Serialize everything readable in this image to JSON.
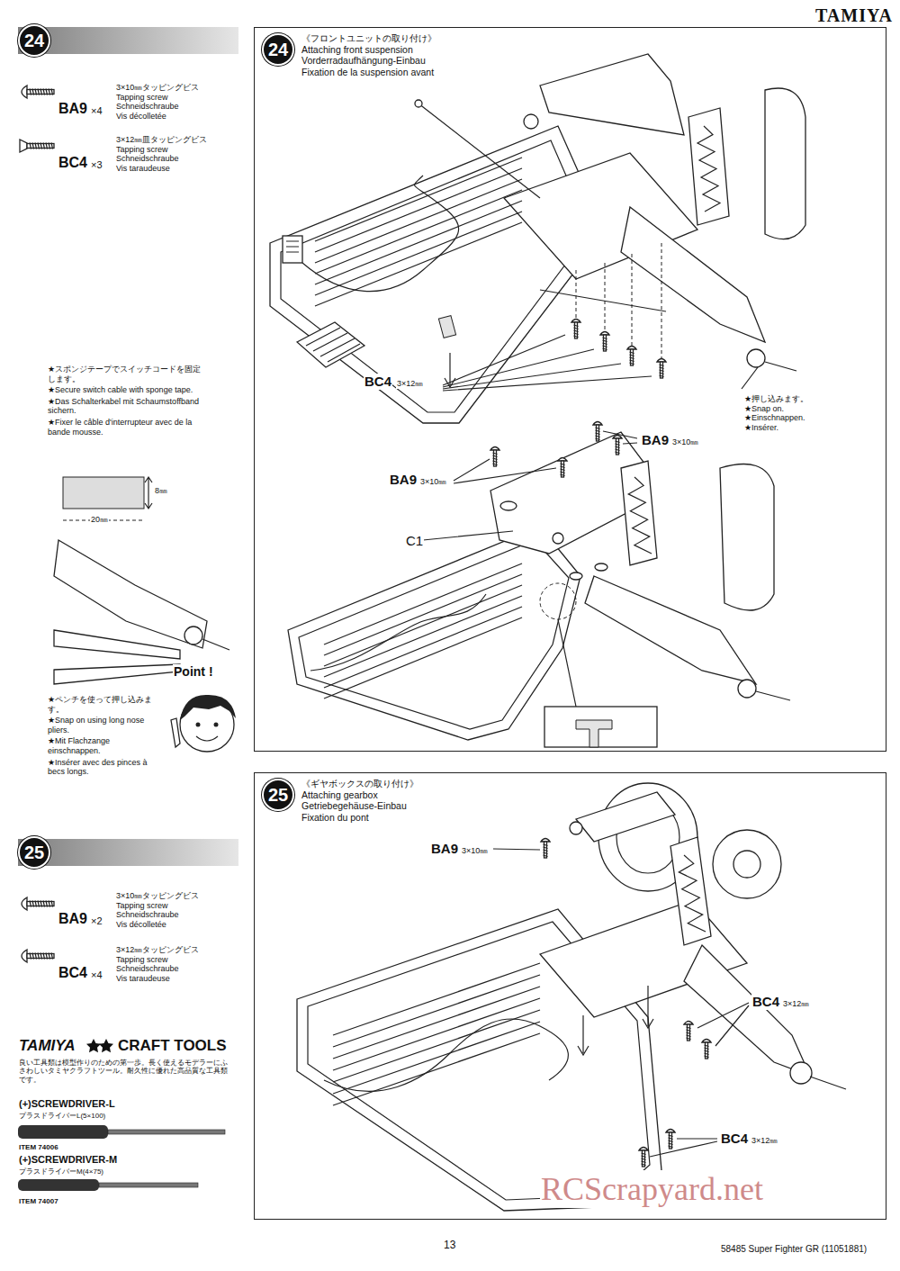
{
  "diagram": {
    "nodes": [
      {
        "text": [
          "24",
          "《フロントユニットの取り付け》",
          "Attaching front suspension",
          "Vorderradaufhängung-Einbau",
          "Fixation de la suspension avant"
        ]
      },
      {
        "text": [
          "25",
          "《ギヤボックスの取り付け》",
          "Attaching gearbox",
          "Getriebegehäuse-Einbau",
          "Fixation du pont"
        ]
      },
      {
        "text": [
          "24"
        ]
      },
      {
        "text": [
          "25"
        ]
      }
    ],
    "labels": [
      "TAMIYA",
      "3×10㎜タッピングビス",
      "Tapping screw",
      "Schneidschraube",
      "Vis décolletée",
      "BA9",
      "×4",
      "3×12㎜皿タッピングビス",
      "Tapping screw",
      "Schneidschraube",
      "Vis taraudeuse",
      "BC4",
      "×3",
      "★スポンジテープでスイッチコードを固定します。",
      "★Secure switch cable with sponge tape.",
      "★Das Schalterkabel mit Schaumstoffband sichern.",
      "★Fixer le câble d'interrupteur avec de la bande mousse.",
      "8㎜",
      "20㎜",
      "★ペンチを使って押し込みます。",
      "★Snap on using long nose pliers.",
      "★Mit Flachzange einschnappen.",
      "★Insérer avec des pinces à becs longs.",
      "Point !",
      "BC4",
      "3×12㎜",
      "★押し込みます。",
      "★Snap on.",
      "★Einschnappen.",
      "★Insérer.",
      "BA9",
      "3×10㎜",
      "BA9",
      "3×10㎜",
      "C1",
      "3×10㎜タッピングビス",
      "Tapping screw",
      "Schneidschraube",
      "Vis décolletée",
      "BA9",
      "×2",
      "3×12㎜タッピングビス",
      "Tapping screw",
      "Schneidschraube",
      "Vis taraudeuse",
      "BC4",
      "×4",
      "TAMIYA",
      "CRAFT TOOLS",
      "良い工具類は模型作りのための第一歩。長く使えるモデラーにふさわしいタミヤクラフトツール。耐久性に優れた高品質な工具類です。",
      "(+)SCREWDRIVER-L",
      "プラスドライバーL(5×100)",
      "ITEM 74006",
      "(+)SCREWDRIVER-M",
      "プラスドライバーM(4×75)",
      "ITEM 74007",
      "BA9",
      "3×10㎜",
      "BC4",
      "3×12㎜",
      "BC4",
      "3×12㎜",
      "13",
      "58485 Super Fighter GR (11051881)",
      "RCScrapyard.net"
    ]
  }
}
